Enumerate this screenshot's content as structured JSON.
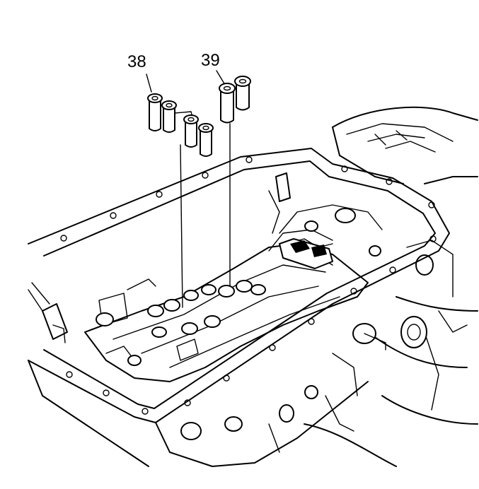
{
  "diagram": {
    "callouts": [
      {
        "id": "38",
        "label": "38"
      },
      {
        "id": "39",
        "label": "39"
      }
    ]
  },
  "colors": {
    "line": "#000000",
    "background": "#ffffff"
  }
}
